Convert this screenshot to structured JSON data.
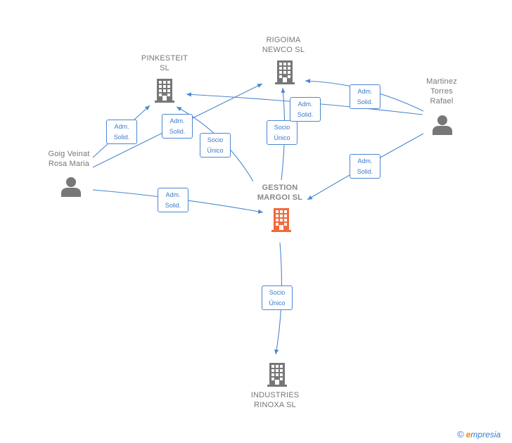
{
  "nodes": {
    "pinkesteit": {
      "label_line1": "PINKESTEIT",
      "label_line2": "SL",
      "kind": "company"
    },
    "rigoima": {
      "label_line1": "RIGOIMA",
      "label_line2": "NEWCO  SL",
      "kind": "company"
    },
    "martinez": {
      "label_line1": "Martinez",
      "label_line2": "Torres",
      "label_line3": "Rafael",
      "kind": "person"
    },
    "goig": {
      "label_line1": "Goig Veinat",
      "label_line2": "Rosa Maria",
      "kind": "person"
    },
    "gestion": {
      "label_line1": "GESTION",
      "label_line2": "MARGOI  SL",
      "kind": "company-main"
    },
    "industries": {
      "label_line1": "INDUSTRIES",
      "label_line2": "RINOXA SL",
      "kind": "company"
    }
  },
  "edge_labels": {
    "adm_solid_line1": "Adm.",
    "adm_solid_line2": "Solid.",
    "socio_unico_line1": "Socio",
    "socio_unico_line2": "Único"
  },
  "edges": [
    {
      "from": "goig",
      "to": "pinkesteit",
      "relation": "Adm. Solid."
    },
    {
      "from": "goig",
      "to": "rigoima",
      "relation": "Adm. Solid."
    },
    {
      "from": "goig",
      "to": "gestion",
      "relation": "Adm. Solid."
    },
    {
      "from": "gestion",
      "to": "pinkesteit",
      "relation": "Socio Único"
    },
    {
      "from": "gestion",
      "to": "rigoima",
      "relation": "Socio Único"
    },
    {
      "from": "martinez",
      "to": "pinkesteit",
      "relation": "Adm. Solid."
    },
    {
      "from": "martinez",
      "to": "rigoima",
      "relation": "Adm. Solid."
    },
    {
      "from": "martinez",
      "to": "gestion",
      "relation": "Adm. Solid."
    },
    {
      "from": "gestion",
      "to": "industries",
      "relation": "Socio Único"
    }
  ],
  "colors": {
    "edge": "#4a87d0",
    "company_icon": "#777777",
    "main_icon": "#f26a3a",
    "person_icon": "#777777"
  },
  "brand": {
    "copyright": "©",
    "e": "e",
    "rest": "mpresia"
  }
}
